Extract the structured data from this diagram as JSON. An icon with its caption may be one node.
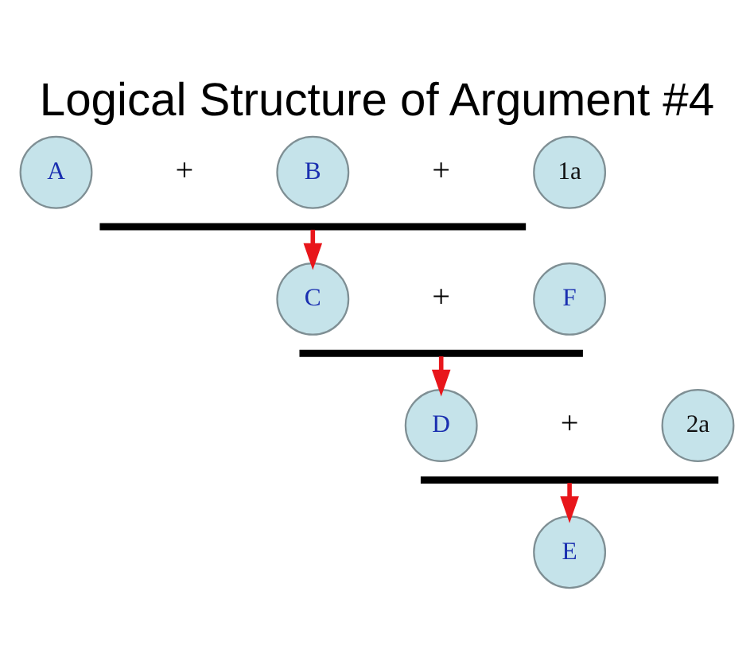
{
  "diagram": {
    "title": "Logical Structure of Argument #4",
    "nodes": [
      {
        "text": [
          "A"
        ]
      },
      {
        "text": [
          "B"
        ]
      },
      {
        "text": [
          "1a"
        ]
      },
      {
        "text": [],
        "shape": "bar"
      },
      {
        "text": [
          "C"
        ]
      },
      {
        "text": [
          "F"
        ]
      },
      {
        "text": [],
        "shape": "bar"
      },
      {
        "text": [
          "D"
        ]
      },
      {
        "text": [
          "2a"
        ]
      },
      {
        "text": [],
        "shape": "bar"
      },
      {
        "text": [
          "E"
        ]
      }
    ],
    "edges": [
      {
        "from": 3,
        "to": 4,
        "arrow": "to",
        "color": "#e8161b"
      },
      {
        "from": 6,
        "to": 7,
        "arrow": "to",
        "color": "#e8161b"
      },
      {
        "from": 9,
        "to": 10,
        "arrow": "to",
        "color": "#e8161b"
      }
    ],
    "labels": [
      "+",
      "+",
      "+",
      "+"
    ]
  }
}
